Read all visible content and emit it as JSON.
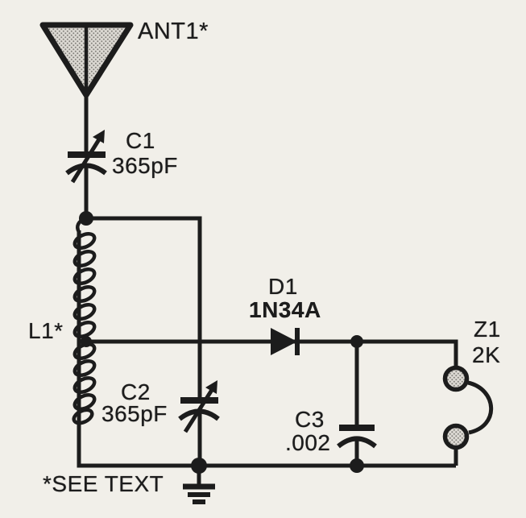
{
  "schematic": {
    "type": "circuit-diagram",
    "antenna": {
      "label": "ANT1*"
    },
    "c1": {
      "label": "C1",
      "value": "365pF",
      "kind": "variable-capacitor"
    },
    "l1": {
      "label": "L1*",
      "kind": "tapped-inductor"
    },
    "c2": {
      "label": "C2",
      "value": "365pF",
      "kind": "variable-capacitor"
    },
    "d1": {
      "label": "D1",
      "part": "1N34A",
      "kind": "diode"
    },
    "c3": {
      "label": "C3",
      "value": ".002",
      "kind": "capacitor"
    },
    "z1": {
      "label": "Z1",
      "value": "2K",
      "kind": "earphone"
    },
    "ground": {
      "icon": "earth-ground"
    },
    "footnote": "*SEE TEXT"
  },
  "colors": {
    "paper": "#f1efe9",
    "ink": "#1c1c1c",
    "halftone_fill": "#dcd9d3",
    "halftone_dot": "#83817c"
  }
}
